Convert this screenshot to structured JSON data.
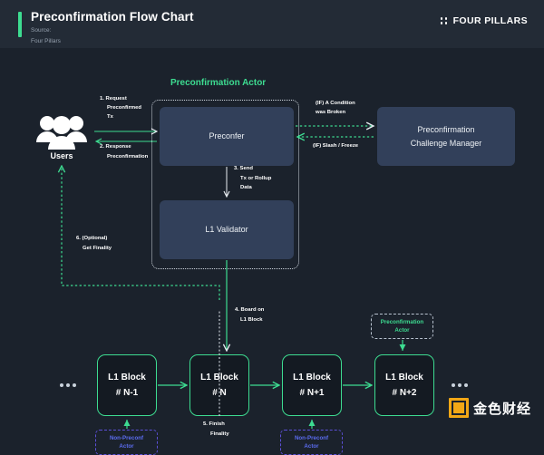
{
  "header": {
    "title": "Preconfirmation Flow Chart",
    "source_label": "Source:",
    "source_name": "Four Pillars",
    "brand": "FOUR PILLARS",
    "accent_color": "#3ddc91"
  },
  "diagram": {
    "group_title": "Preconfirmation Actor",
    "users_label": "Users",
    "nodes": {
      "preconfer": "Preconfer",
      "l1_validator": "L1 Validator",
      "challenge_manager_line1": "Preconfirmation",
      "challenge_manager_line2": "Challenge Manager"
    },
    "blocks": [
      {
        "line1": "L1 Block",
        "line2": "# N-1"
      },
      {
        "line1": "L1 Block",
        "line2": "# N"
      },
      {
        "line1": "L1 Block",
        "line2": "# N+1"
      },
      {
        "line1": "L1 Block",
        "line2": "# N+2"
      }
    ],
    "tags": [
      {
        "line1": "Preconfirmation",
        "line2": "Actor",
        "color": "#3ddc91"
      },
      {
        "line1": "Non-Preconf",
        "line2": "Actor",
        "color": "#5b6cf0"
      },
      {
        "line1": "Non-Preconf",
        "line2": "Actor",
        "color": "#5b6cf0"
      }
    ],
    "labels": {
      "step1_l1": "1. Request",
      "step1_l2": "Preconfirmed",
      "step1_l3": "Tx",
      "step2_l1": "2. Response",
      "step2_l2": "Preconfirmation",
      "step3_l1": "3. Send",
      "step3_l2": "Tx or Rollup",
      "step3_l3": "Data",
      "step4_l1": "4. Board on",
      "step4_l2": "L1 Block",
      "step5_l1": "5. Finish",
      "step5_l2": "Finality",
      "step6_l1": "6. (Optional)",
      "step6_l2": "Get Finality",
      "if_broken_l1": "(IF) A Condition",
      "if_broken_l2": "was Broken",
      "if_slash": "(IF) Slash / Freeze"
    },
    "colors": {
      "background": "#1b222c",
      "node_fill": "#32405a",
      "block_border": "#3ddc91",
      "green": "#3ddc91",
      "purple": "#5b6cf0"
    }
  },
  "footer": {
    "site_logo_text": "金色财经"
  }
}
